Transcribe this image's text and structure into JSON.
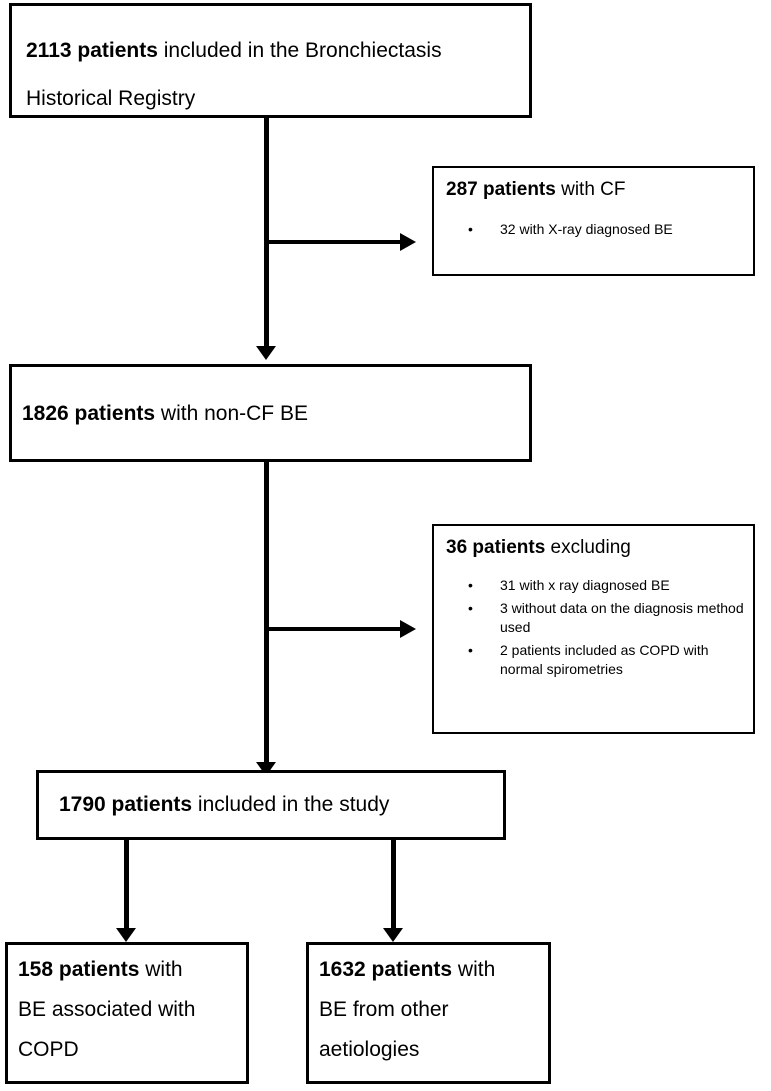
{
  "registry_box": {
    "count": "2113 patients",
    "line1": "included in the Bronchiectasis",
    "line2": "Historical Registry"
  },
  "cf_box": {
    "count": "287 patients",
    "text": "with CF",
    "bullets": [
      "32 with X-ray diagnosed BE"
    ]
  },
  "noncf_box": {
    "count": "1826 patients",
    "text": "with non-CF BE"
  },
  "excluded_box": {
    "count": "36 patients",
    "text": "excluding",
    "bullets": [
      "31 with x ray diagnosed BE",
      "3 without data on the diagnosis method used",
      "2 patients included as COPD with normal spirometries"
    ]
  },
  "study_box": {
    "count": "1790 patients",
    "text": "included in the study"
  },
  "copd_box": {
    "count": "158 patients",
    "line1": "with",
    "line2": "BE associated with",
    "line3": "COPD"
  },
  "other_box": {
    "count": "1632 patients",
    "line1": "with",
    "line2": "BE from other",
    "line3": "aetiologies"
  }
}
